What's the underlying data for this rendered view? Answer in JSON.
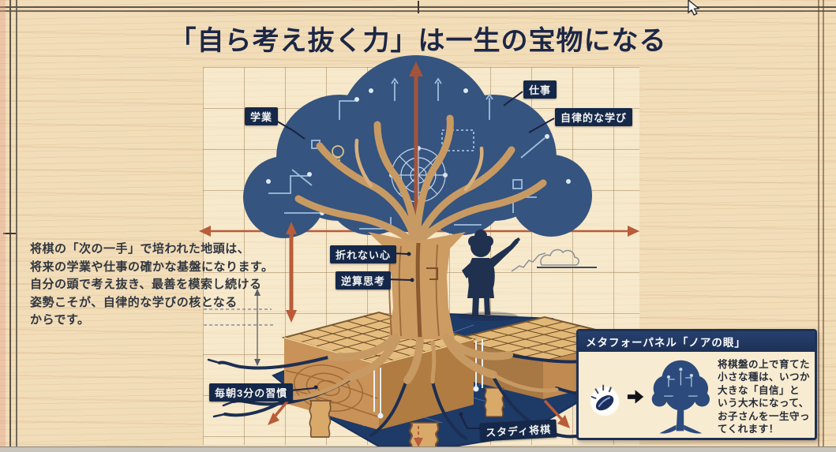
{
  "title": "「自ら考え抜く力」は一生の宝物になる",
  "intro": {
    "lines": [
      "将棋の「次の一手」で培われた地頭は、",
      "将来の学業や仕事の確かな基盤になります。",
      "自分の頭で考え抜き、最善を模索し続ける",
      "姿勢こそが、自律的な学びの核となる",
      "からです。"
    ]
  },
  "labels": {
    "academics": "学業",
    "work": "仕事",
    "autonomous_learning": "自律的な学び",
    "resilient_mind": "折れない心",
    "backward_thinking": "逆算思考",
    "morning_habit": "毎朝3分の習慣",
    "study_shogi": "スタディ将棋"
  },
  "metaphor_panel": {
    "title": "メタフォーパネル「ノアの眼」",
    "body_lines": [
      "将棋盤の上で育てた",
      "小さな種は、いつか",
      "大きな「自信」と",
      "いう大木になって、",
      "お子さんを一生守っ",
      "てくれます！"
    ]
  },
  "colors": {
    "canopy": "#35547f",
    "circuit_line": "#9fbdde",
    "accent_arrow": "#b85c3a",
    "label_bg": "#152849",
    "panel_header_bg": "#1d3156",
    "blueprint": "#1e3a67",
    "board_wood": "#e6bd7e",
    "trunk_wood": "#cd9c63",
    "title_text": "#1c2746"
  }
}
